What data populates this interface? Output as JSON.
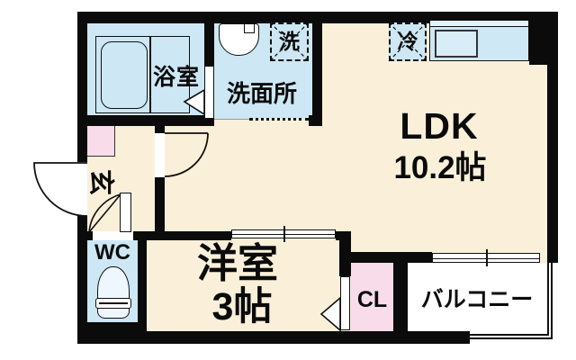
{
  "rooms": {
    "bathroom": {
      "label": "浴室"
    },
    "washroom": {
      "label": "洗面所"
    },
    "washer_space": {
      "label": "洗"
    },
    "fridge_space": {
      "label": "冷"
    },
    "ldk": {
      "label": "LDK",
      "area": "10.2帖"
    },
    "entrance": {
      "label": "玄"
    },
    "wc": {
      "label": "WC"
    },
    "western_room": {
      "label": "洋室",
      "area": "3帖"
    },
    "closet": {
      "label": "CL"
    },
    "balcony": {
      "label": "バルコニー"
    }
  },
  "colors": {
    "floor_cream": "#faf0da",
    "wet_area_blue": "#cde7f4",
    "accent_pink": "#f8dcea",
    "wall_black": "#0b0b0b",
    "balcony_white": "#ffffff"
  }
}
